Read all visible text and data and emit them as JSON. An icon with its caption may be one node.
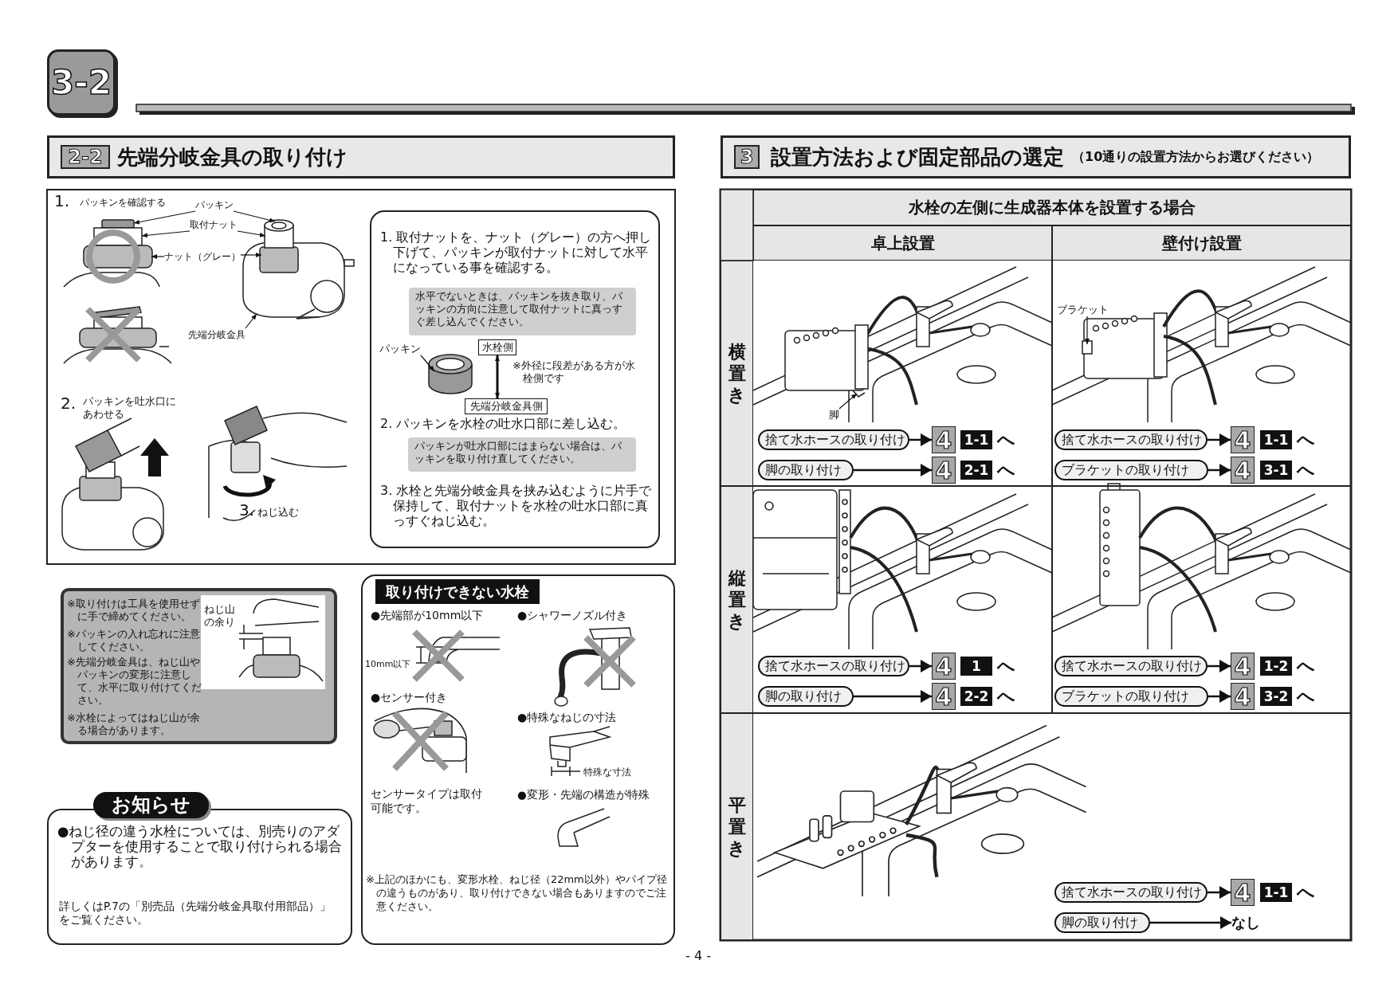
{
  "diagram": {
    "nodes": [
      {
        "text": [
          "3-2"
        ]
      },
      {
        "text": [
          "2-2",
          "先端分岐金具の取り付け"
        ]
      },
      {
        "text": [
          "パッキン"
        ]
      },
      {
        "text": [
          "取付ナット"
        ]
      },
      {
        "text": [
          "ナット（グレー）"
        ]
      },
      {
        "text": [
          "先端分岐金具"
        ]
      },
      {
        "text": [
          "1. 取付ナットを、ナット（グレー）の方へ押し下げて、パッキンが取付ナットに対して水平になっている事を確認する。",
          "※外径に段差がある方が水栓側です",
          "2. パッキンを水栓の吐水口部に差し込む。",
          "3. 水栓と先端分岐金具を挟み込むように片手で保持して、取付ナットを水栓の吐水口部に真っすぐねじ込む。"
        ]
      },
      {
        "text": [
          "水平でないときは、パッキンを抜き取り、パッキンの方向に注意して取付ナットに真っすぐ差し込んでください。"
        ],
        "in": 6
      },
      {
        "text": [
          "パッキン"
        ],
        "in": 6
      },
      {
        "text": [
          "水栓側"
        ],
        "in": 6
      },
      {
        "text": [
          "先端分岐金具側"
        ],
        "in": 6
      },
      {
        "text": [
          "パッキンが吐水口部にはまらない場合は、パッキンを取り付け直してください。"
        ],
        "in": 6
      },
      {
        "text": [
          "※取り付けは工具を使用せずに手で締めてください。",
          "※パッキンの入れ忘れに注意してください。",
          "※先端分岐金具は、ねじ山やパッキンの変形に注意して、水平に取り付けてください。",
          "※水栓によってはねじ山が余る場合があります。"
        ]
      },
      {
        "text": [
          "取り付けできない水栓",
          "●先端部が10mm以下",
          "●シャワーノズル付き",
          "●センサー付き",
          "●特殊なねじの寸法",
          "センサータイプは取付可能です。",
          "●変形・先端の構造が特殊",
          "※上記のほかにも、変形水栓、ねじ径（22mm以外）やパイプ径の違うものがあり、取り付けできない場合もありますのでご注意ください。"
        ]
      },
      {
        "text": [
          "お知らせ",
          "●ねじ径の違う水栓については、別売りのアダプターを使用することで取り付けられる場合があります。",
          "詳しくはP.7の「別売品（先端分岐金具取付用部品）」をご覧ください。"
        ]
      },
      {
        "text": [
          "3",
          "設置方法および固定部品の選定",
          "（10通りの設置方法からお選びください）"
        ]
      },
      {
        "text": [
          "脚"
        ]
      },
      {
        "text": [
          "ブラケット"
        ]
      },
      {
        "text": [
          "捨て水ホースの取り付け"
        ]
      },
      {
        "text": [
          "4"
        ]
      },
      {
        "text": [
          "1-1"
        ],
        "beside": [
          "へ"
        ]
      },
      {
        "text": [
          "脚の取り付け"
        ]
      },
      {
        "text": [
          "4"
        ]
      },
      {
        "text": [
          "2-1"
        ],
        "beside": [
          "へ"
        ]
      },
      {
        "text": [
          "捨て水ホースの取り付け"
        ]
      },
      {
        "text": [
          "4"
        ]
      },
      {
        "text": [
          "1-1"
        ],
        "beside": [
          "へ"
        ]
      },
      {
        "text": [
          "ブラケットの取り付け"
        ]
      },
      {
        "text": [
          "4"
        ]
      },
      {
        "text": [
          "3-1"
        ],
        "beside": [
          "へ"
        ]
      },
      {
        "text": [
          "捨て水ホースの取り付け"
        ]
      },
      {
        "text": [
          "4"
        ]
      },
      {
        "text": [
          "1"
        ],
        "beside": [
          "へ"
        ]
      },
      {
        "text": [
          "脚の取り付け"
        ]
      },
      {
        "text": [
          "4"
        ]
      },
      {
        "text": [
          "2-2"
        ],
        "beside": [
          "へ"
        ]
      },
      {
        "text": [
          "捨て水ホースの取り付け"
        ]
      },
      {
        "text": [
          "4"
        ]
      },
      {
        "text": [
          "1-2"
        ],
        "beside": [
          "へ"
        ]
      },
      {
        "text": [
          "ブラケットの取り付け"
        ]
      },
      {
        "text": [
          "4"
        ]
      },
      {
        "text": [
          "3-2"
        ],
        "beside": [
          "へ"
        ]
      },
      {
        "text": [
          "捨て水ホースの取り付け"
        ]
      },
      {
        "text": [
          "4"
        ]
      },
      {
        "text": [
          "1-1"
        ],
        "beside": [
          "へ"
        ]
      },
      {
        "text": [
          "脚の取り付け"
        ]
      },
      {
        "text": [
          "なし"
        ]
      },
      {
        "text": [],
        "shape": "picture"
      },
      {
        "text": [],
        "shape": "picture"
      },
      {
        "text": [],
        "shape": "cylinder",
        "in": 6
      },
      {
        "text": [],
        "shape": "picture"
      },
      {
        "text": [],
        "shape": "box"
      }
    ],
    "edges": [
      {
        "from": 2,
        "to": 47,
        "arrow": "to"
      },
      {
        "from": 2,
        "to": 48,
        "arrow": "to"
      },
      {
        "from": 3,
        "to": 47,
        "arrow": "to"
      },
      {
        "from": 3,
        "to": 48,
        "arrow": "to"
      },
      {
        "from": 4,
        "to": 47,
        "arrow": "to"
      },
      {
        "from": 4,
        "to": 48,
        "arrow": "to"
      },
      {
        "from": 5,
        "to": 48,
        "arrow": "to"
      },
      {
        "from": 8,
        "to": 49,
        "arrow": "to"
      },
      {
        "from": 9,
        "to": 10,
        "arrow": "both"
      },
      {
        "from": 16,
        "to": 50,
        "arrow": "to"
      },
      {
        "from": 17,
        "to": 51,
        "arrow": "to"
      },
      {
        "from": 18,
        "to": 19,
        "arrow": "to"
      },
      {
        "from": 21,
        "to": 22,
        "arrow": "to"
      },
      {
        "from": 24,
        "to": 25,
        "arrow": "to"
      },
      {
        "from": 27,
        "to": 28,
        "arrow": "to"
      },
      {
        "from": 30,
        "to": 31,
        "arrow": "to"
      },
      {
        "from": 33,
        "to": 34,
        "arrow": "to"
      },
      {
        "from": 36,
        "to": 37,
        "arrow": "to"
      },
      {
        "from": 39,
        "to": 40,
        "arrow": "to"
      },
      {
        "from": 42,
        "to": 43,
        "arrow": "to"
      },
      {
        "from": 45,
        "to": 46,
        "arrow": "to"
      }
    ],
    "labels": [
      "1.",
      "パッキンを確認する",
      "2.",
      "パッキンを吐水口にあわせる",
      "3.",
      "ねじ込む",
      "ねじ山の余り",
      "10mm以下",
      "特殊な寸法",
      "水栓の左側に生成器本体を設置する場合",
      "卓上設置",
      "壁付け設置",
      "横置き",
      "縦置き",
      "平置き",
      "- 4 -"
    ]
  }
}
